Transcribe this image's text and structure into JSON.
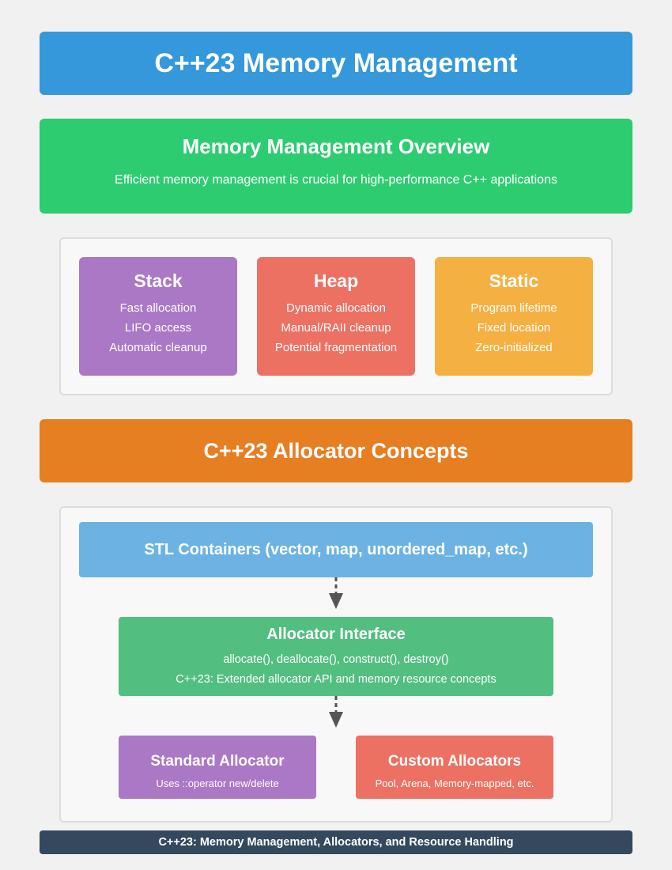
{
  "title": "C++23 Memory Management",
  "overview": {
    "heading": "Memory Management Overview",
    "text": "Efficient memory management is crucial for high-performance C++ applications"
  },
  "memory_types": [
    {
      "name": "Stack",
      "lines": [
        "Fast allocation",
        "LIFO access",
        "Automatic cleanup"
      ]
    },
    {
      "name": "Heap",
      "lines": [
        "Dynamic allocation",
        "Manual/RAII cleanup",
        "Potential fragmentation"
      ]
    },
    {
      "name": "Static",
      "lines": [
        "Program lifetime",
        "Fixed location",
        "Zero-initialized"
      ]
    }
  ],
  "allocator_section": {
    "heading": "C++23 Allocator Concepts",
    "stl": "STL Containers (vector, map, unordered_map, etc.)",
    "interface": {
      "title": "Allocator Interface",
      "line1": "allocate(), deallocate(), construct(), destroy()",
      "line2": "C++23: Extended allocator API and memory resource concepts"
    },
    "standard": {
      "title": "Standard Allocator",
      "sub": "Uses ::operator new/delete"
    },
    "custom": {
      "title": "Custom Allocators",
      "sub": "Pool, Arena, Memory-mapped, etc."
    }
  },
  "footer": "C++23: Memory Management, Allocators, and Resource Handling",
  "colors": {
    "title": "#3498db",
    "overview": "#2ecc71",
    "stack": "#ab78c6",
    "heap": "#ec7163",
    "static": "#f5b042",
    "concepts": "#e67e22",
    "stl": "#6cb3e3",
    "interface": "#52be80",
    "footer": "#34495e",
    "arrow": "#555555"
  }
}
